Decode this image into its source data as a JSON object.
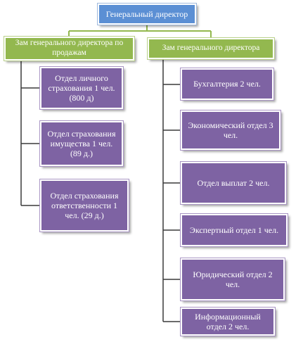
{
  "top": {
    "label": "Генеральный директор",
    "color": "#5b8fd4"
  },
  "branches": [
    {
      "label": "Зам генерального директора по продажам",
      "color": "#93b84f",
      "children": [
        {
          "label": "Отдел личного страхования 1 чел. (800 д)"
        },
        {
          "label": "Отдел страхования имущества 1 чел. (89 д.)"
        },
        {
          "label": "Отдел страхования ответственности 1 чел. (29 д.)"
        }
      ]
    },
    {
      "label": "Зам генерального директора",
      "color": "#93b84f",
      "children": [
        {
          "label": "Бухгалтерия 2 чел."
        },
        {
          "label": "Экономический отдел 3 чел."
        },
        {
          "label": "Отдел выплат 2 чел."
        },
        {
          "label": "Экспертный отдел 1 чел."
        },
        {
          "label": "Юридический отдел 2 чел."
        },
        {
          "label": "Информационный отдел 2 чел."
        }
      ]
    }
  ],
  "colors": {
    "department": "#7e63a3",
    "connector_top": "#93b84f",
    "connector_dept": "#3a3a3a"
  }
}
